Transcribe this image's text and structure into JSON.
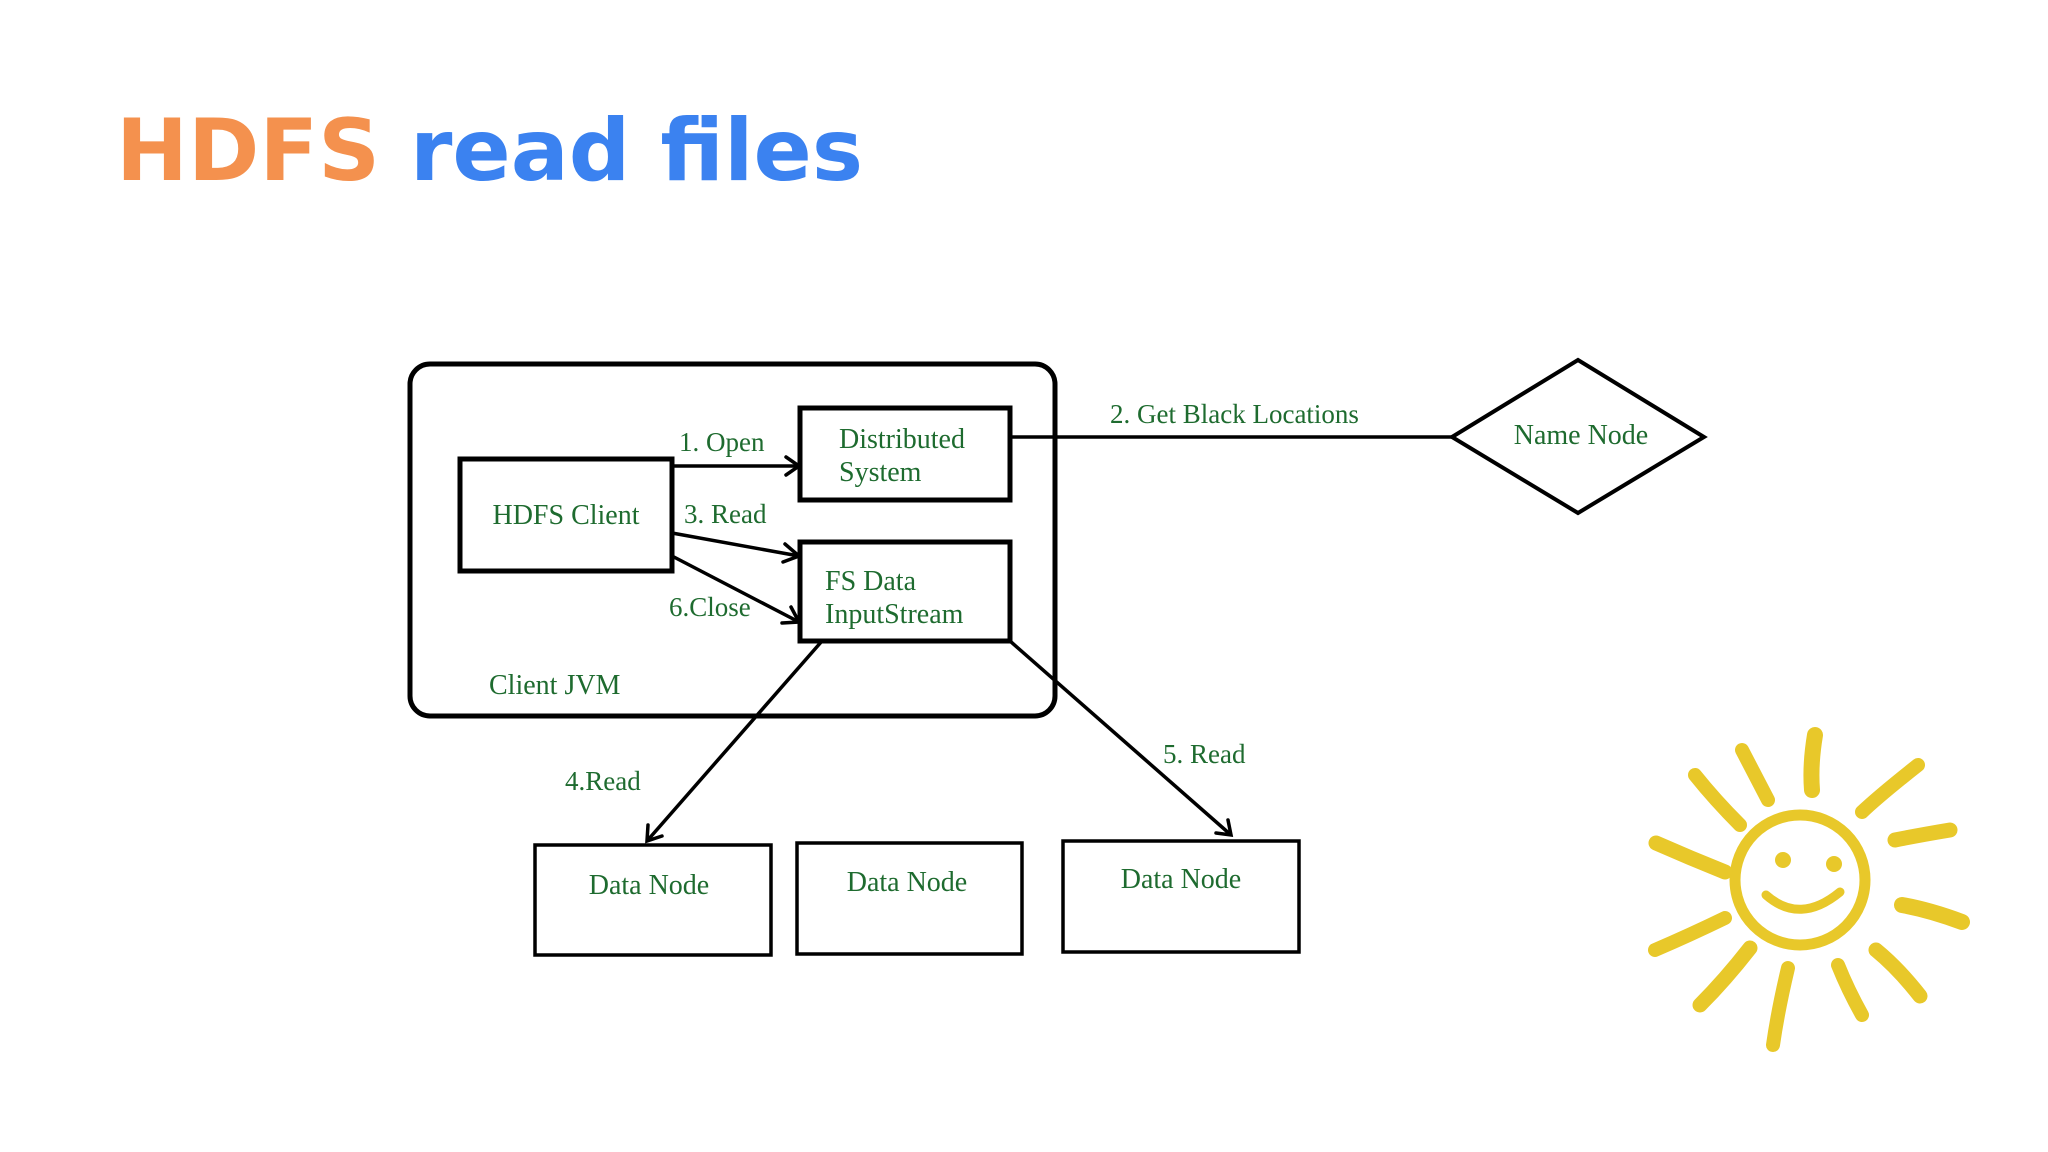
{
  "title": {
    "part1": "HDFS",
    "part2": "read files"
  },
  "colors": {
    "title_part1": "#f4914e",
    "title_part2": "#3b82f0",
    "diagram_text": "#1e6b2f",
    "sun": "#e8c82a"
  },
  "diagram": {
    "container_label": "Client JVM",
    "nodes": {
      "hdfs_client": "HDFS Client",
      "distributed_system": [
        "Distributed",
        "System"
      ],
      "fs_data_inputstream": [
        "FS Data",
        "InputStream"
      ],
      "name_node": "Name Node",
      "data_nodes": [
        "Data Node",
        "Data Node",
        "Data Node"
      ]
    },
    "edges": {
      "open": "1. Open",
      "get_block_locations": "2. Get Black Locations",
      "read_3": "3. Read",
      "read_4": "4.Read",
      "read_5": "5. Read",
      "close": "6.Close"
    }
  },
  "decoration": {
    "icon": "smiling-sun-icon"
  }
}
